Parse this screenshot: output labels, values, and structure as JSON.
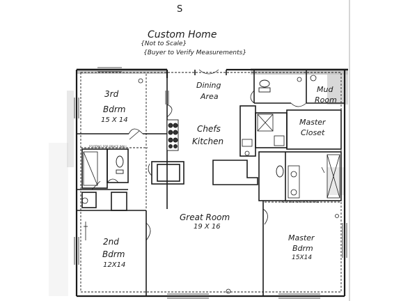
{
  "page": {
    "corner_mark": "S"
  },
  "header": {
    "title": "Custom Home",
    "note1": "{Not to Scale}",
    "note2": "{Buyer to Verify Measurements}"
  },
  "rooms": {
    "bdrm3_name": "3rd",
    "bdrm3_name2": "Bdrm",
    "bdrm3_size": "15 X 14",
    "dining1": "Dining",
    "dining2": "Area",
    "mud1": "Mud",
    "mud2": "Room",
    "kitchen1": "Chefs",
    "kitchen2": "Kitchen",
    "closet1": "Master",
    "closet2": "Closet",
    "great1": "Great Room",
    "great2": "19 X 16",
    "bdrm2_name": "2nd",
    "bdrm2_name2": "Bdrm",
    "bdrm2_size": "12X14",
    "master1": "Master",
    "master2": "Bdrm",
    "master3": "15X14"
  },
  "notes": {
    "footing_left": "FOOTING FOR BRACE WALL",
    "footing_right": "FOOTING FOR BRACE WALL"
  },
  "colors": {
    "ink": "#1a1a1a",
    "paper": "#ffffff",
    "shade": "#7a7a7a"
  }
}
